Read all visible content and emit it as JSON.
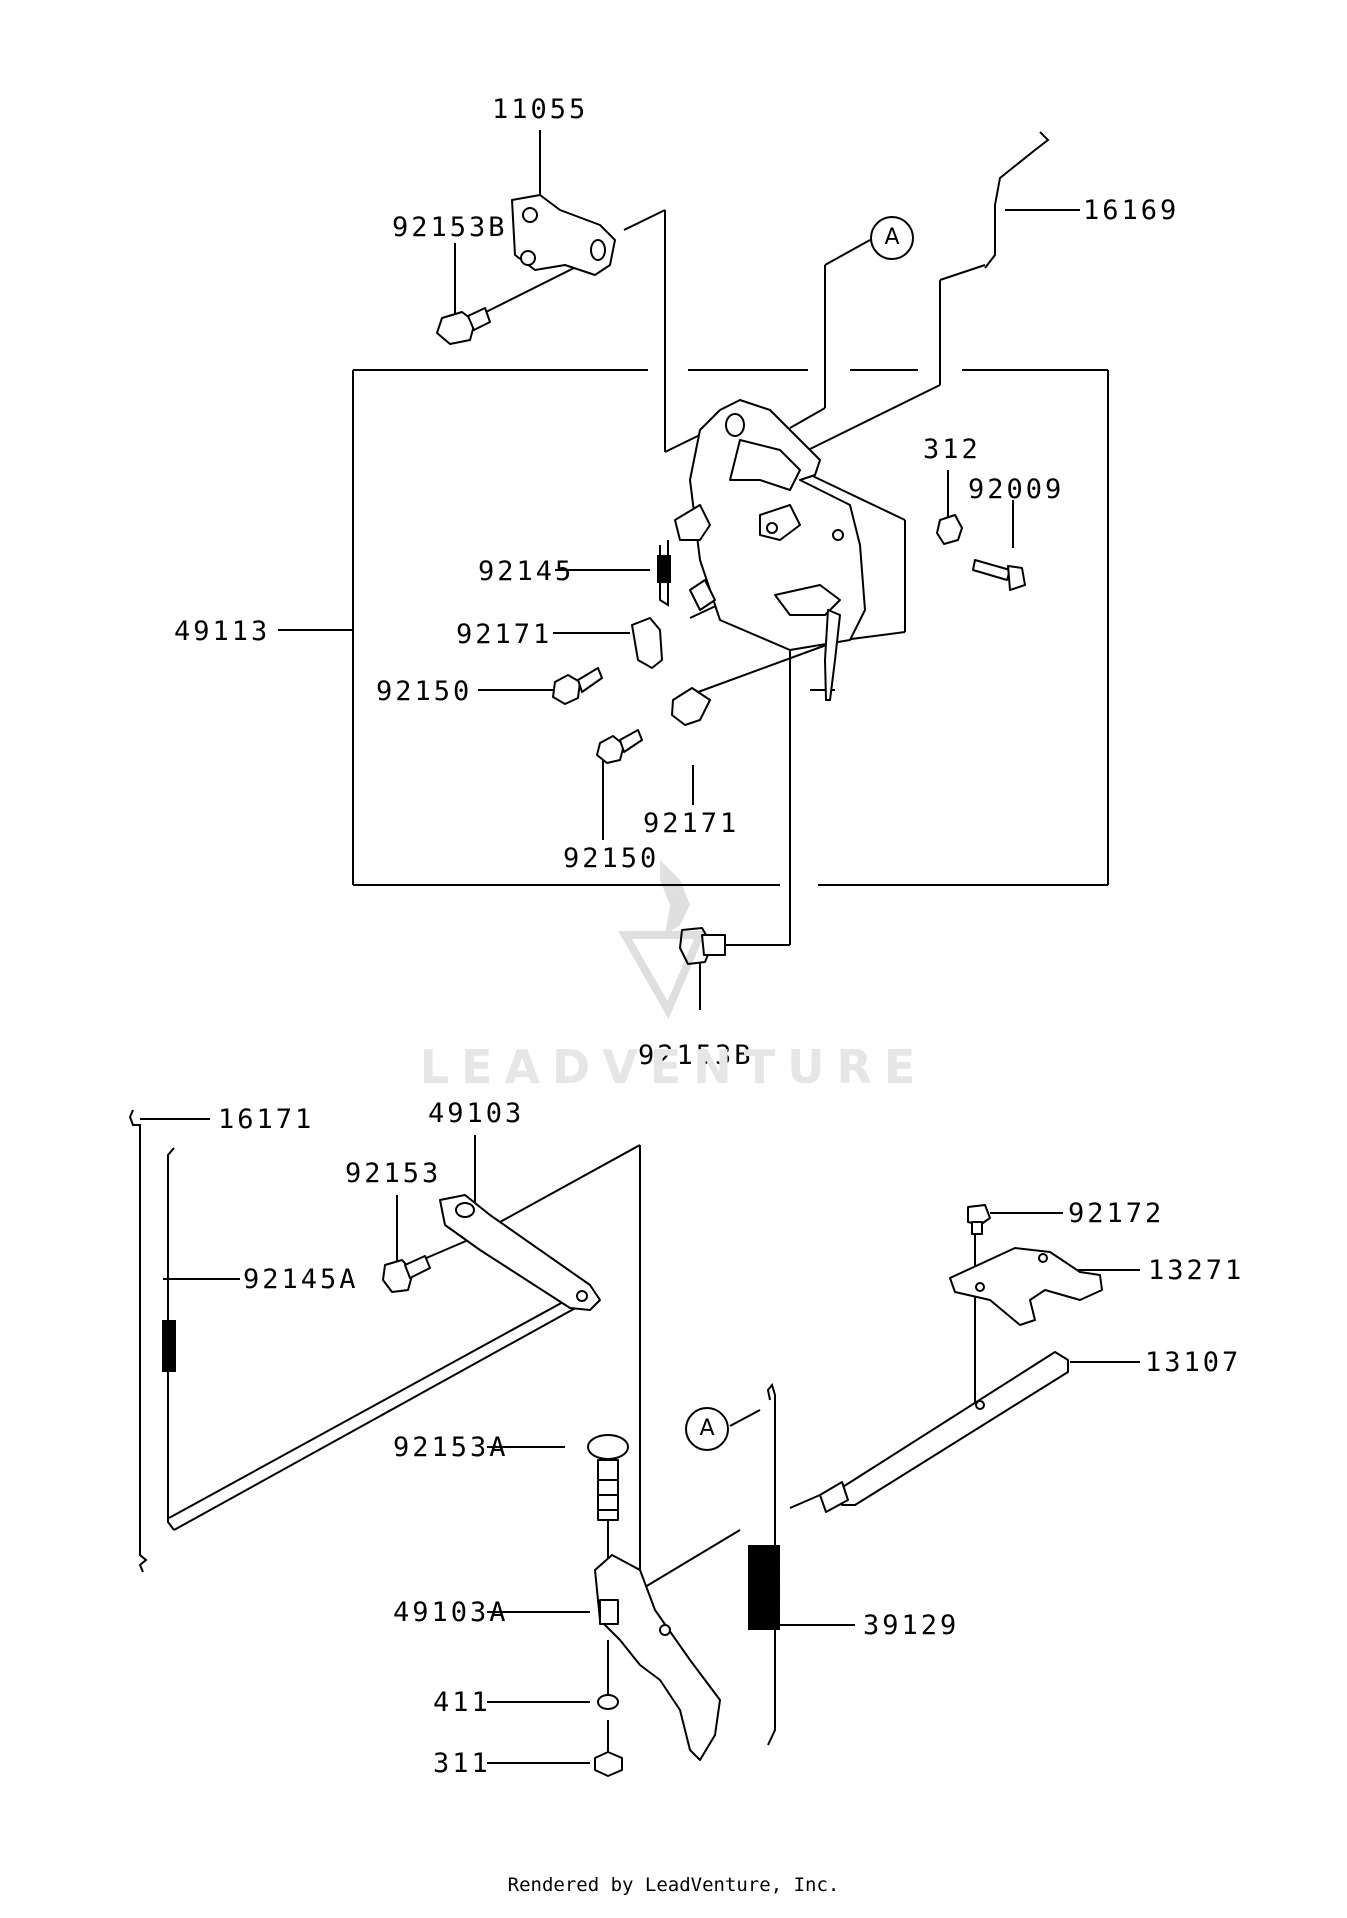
{
  "labels": {
    "p11055": "11055",
    "p92153B_top": "92153B",
    "p16169": "16169",
    "callout_a_top": "A",
    "p312": "312",
    "p92009": "92009",
    "p92145": "92145",
    "p49113": "49113",
    "p92171_a": "92171",
    "p92150_a": "92150",
    "p92171_b": "92171",
    "p92150_b": "92150",
    "p92153B_bottom": "92153B",
    "p16171": "16171",
    "p49103": "49103",
    "p92153": "92153",
    "p92145A": "92145A",
    "p92172": "92172",
    "p13271": "13271",
    "p13107": "13107",
    "callout_a_bottom": "A",
    "p92153A": "92153A",
    "p49103A": "49103A",
    "p39129": "39129",
    "p411": "411",
    "p311": "311"
  },
  "watermark": "LEADVENTURE",
  "footer": "Rendered by LeadVenture, Inc."
}
